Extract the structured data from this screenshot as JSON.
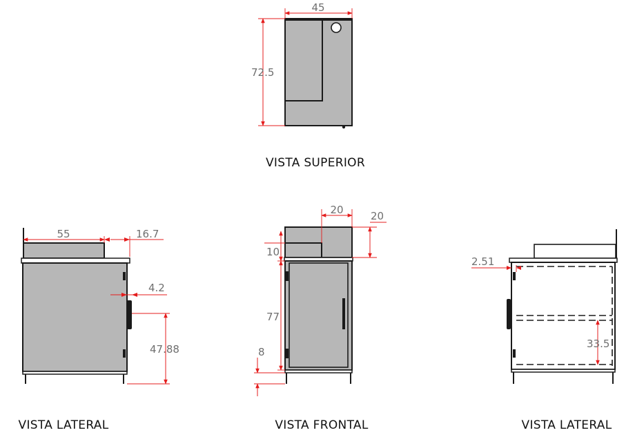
{
  "colors": {
    "dimension": "#e41c1c",
    "body": "#b7b7b7",
    "outline": "#1a1a1a",
    "dim_text": "#6f6f6f"
  },
  "views": {
    "top": {
      "label": "VISTA SUPERIOR",
      "width": "45",
      "depth": "72.5"
    },
    "side_left": {
      "label": "VISTA LATERAL",
      "sink_width": "55",
      "overhang": "16.7",
      "handle_offset": "4.2",
      "handle_height": "47.88"
    },
    "front": {
      "label": "VISTA FRONTAL",
      "sink_width": "20",
      "backsplash": "20",
      "top_thickness": "10",
      "cabinet_height": "77",
      "leg_height": "8"
    },
    "side_right": {
      "label": "VISTA LATERAL",
      "top_offset": "2.51",
      "shelf_height": "33.5"
    }
  }
}
